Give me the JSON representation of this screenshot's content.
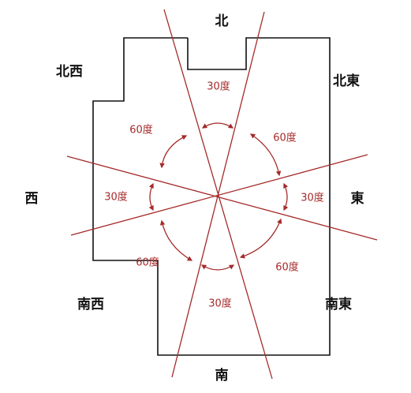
{
  "directions": {
    "north": "北",
    "northeast": "北東",
    "east": "東",
    "southeast": "南東",
    "south": "南",
    "southwest": "南西",
    "west": "西",
    "northwest": "北西"
  },
  "angles": {
    "north": "30度",
    "northeast": "60度",
    "east": "30度",
    "southeast": "60度",
    "south": "30度",
    "southwest": "60度",
    "west": "30度",
    "northwest": "60度"
  },
  "colors": {
    "floor_outline": "#111111",
    "sector_lines": "#a52a2a",
    "angle_labels": "#a52a2a",
    "direction_labels": "#111111"
  }
}
